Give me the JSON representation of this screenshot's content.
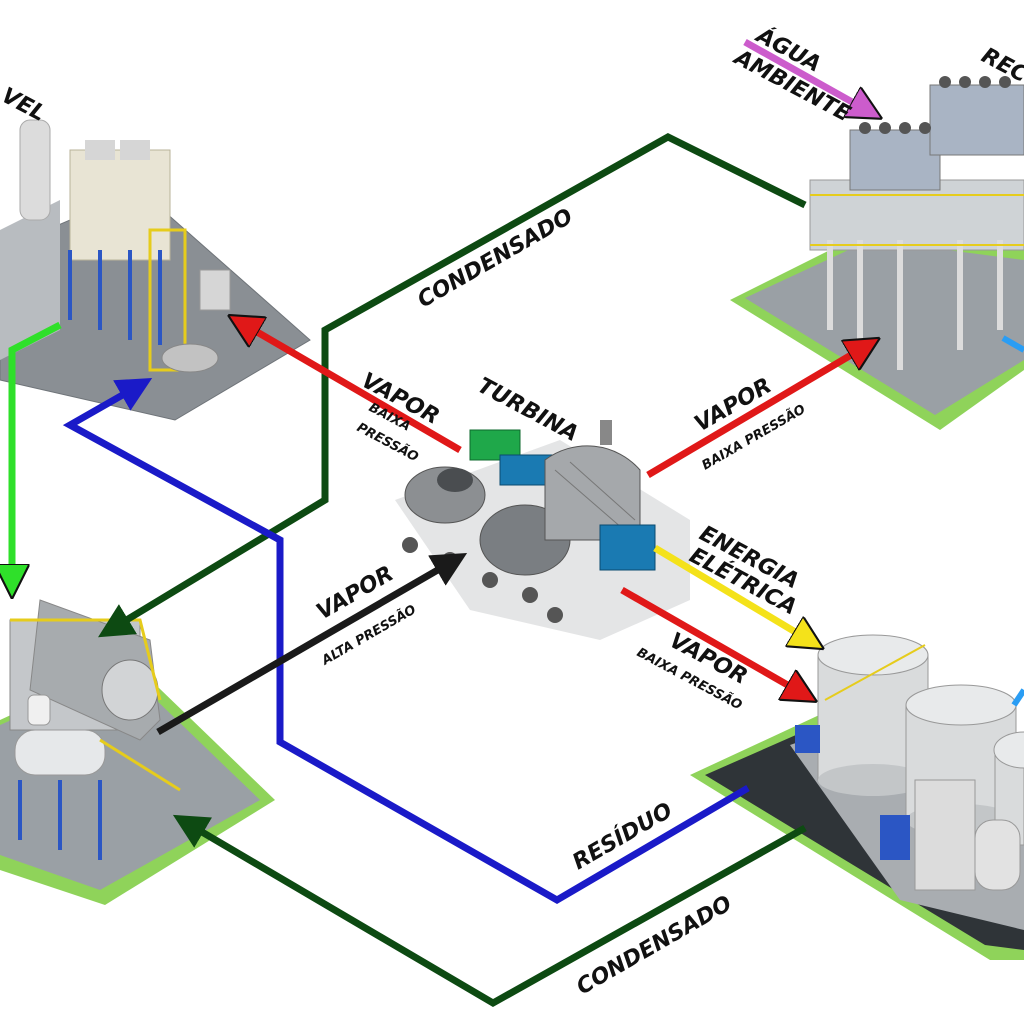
{
  "labels": {
    "top_left_partial": "VEL",
    "top_right_partial": "REC",
    "agua": "ÁGUA",
    "ambiente": "AMBIENTE",
    "condensado_top": "CONDENSADO",
    "turbina": "TURBINA",
    "vapor_left": "VAPOR",
    "baixa_left": "BAIXA",
    "pressao_left": "PRESSÃO",
    "vapor_right_top": "VAPOR",
    "baixa_pressao_right_top": "BAIXA PRESSÃO",
    "energia": "ENERGIA",
    "eletrica": "ELÉTRICA",
    "vapor_alta": "VAPOR",
    "alta_pressao": "ALTA PRESSÃO",
    "vapor_right_bottom": "VAPOR",
    "baixa_pressao_right_bottom": "BAIXA PRESSÃO",
    "residuo": "RESÍDUO",
    "condensado_bottom": "CONDENSADO"
  },
  "colors": {
    "condensado": "#0d4a12",
    "residuo": "#1a1ac8",
    "vapor_baixa": "#e01818",
    "vapor_alta": "#1a1a1a",
    "energia": "#f4e21a",
    "combustivel": "#2fe02a",
    "agua": "#cc5ccc",
    "ground": "#8fd35a",
    "slab": "#8a8f94"
  }
}
